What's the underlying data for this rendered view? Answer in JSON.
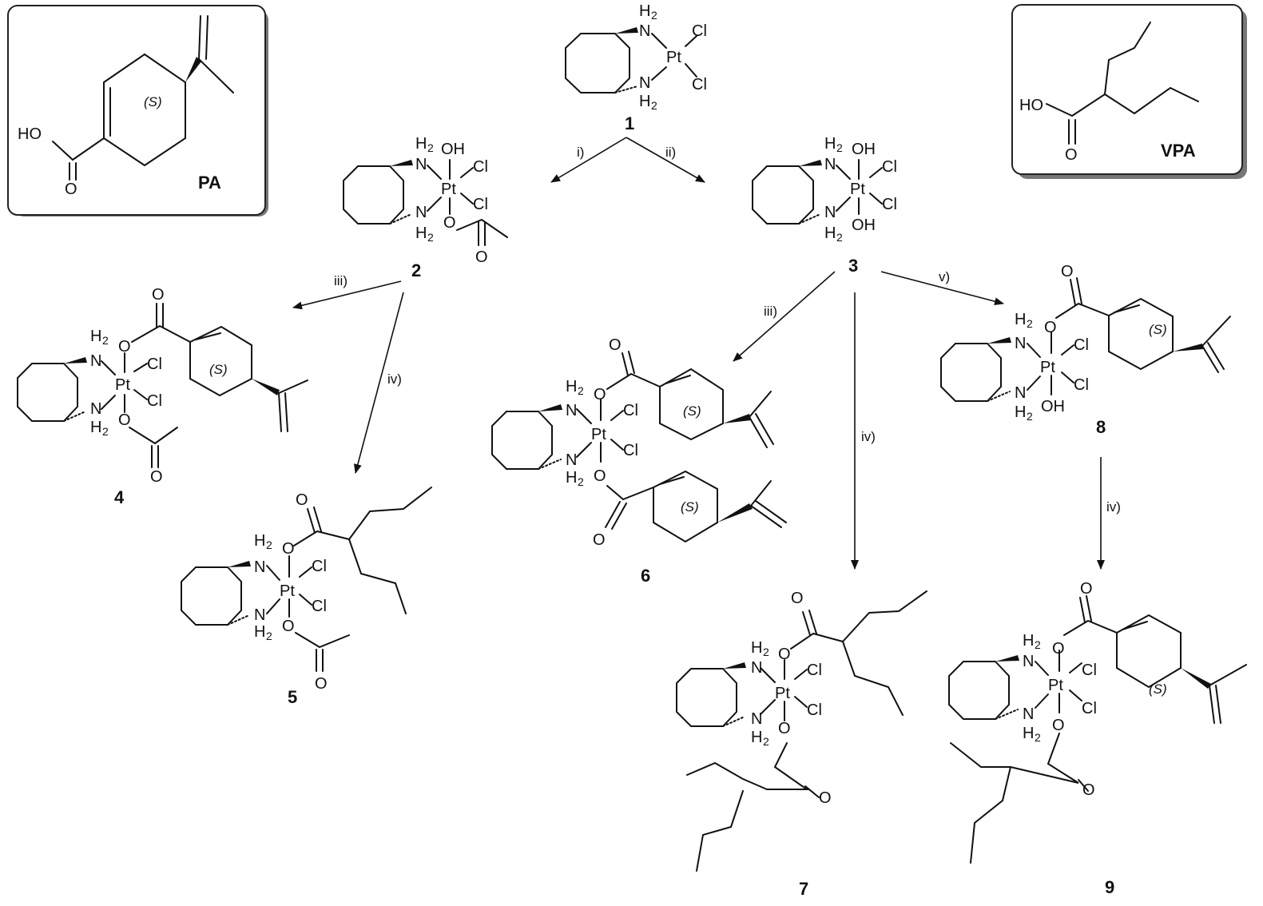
{
  "compounds": {
    "PA": {
      "label": "PA",
      "acid_oh": "HO",
      "acid_o": "O",
      "stereo": "(S)"
    },
    "VPA": {
      "label": "VPA",
      "acid_oh": "HO",
      "acid_o": "O"
    },
    "c1": {
      "number": "1",
      "nh_top": "N",
      "nh_bottom": "N",
      "h2": "H",
      "two": "2",
      "metal": "Pt",
      "cl1": "Cl",
      "cl2": "Cl"
    },
    "c2": {
      "number": "2",
      "ax_top": "OH",
      "ax_bottom": "O",
      "acetyl_o": "O"
    },
    "c3": {
      "number": "3",
      "ax_top": "OH",
      "ax_bottom": "OH"
    },
    "c4": {
      "number": "4"
    },
    "c5": {
      "number": "5"
    },
    "c6": {
      "number": "6"
    },
    "c7": {
      "number": "7"
    },
    "c8": {
      "number": "8",
      "ax_bottom": "OH"
    },
    "c9": {
      "number": "9"
    }
  },
  "conditions": {
    "i": "i)",
    "ii": "ii)",
    "iii": "iii)",
    "iv": "iv)",
    "v": "v)"
  },
  "atoms": {
    "N": "N",
    "H": "H",
    "sub2": "2",
    "Pt": "Pt",
    "Cl": "Cl",
    "O": "O",
    "OH": "OH",
    "stereo": "(S)"
  }
}
